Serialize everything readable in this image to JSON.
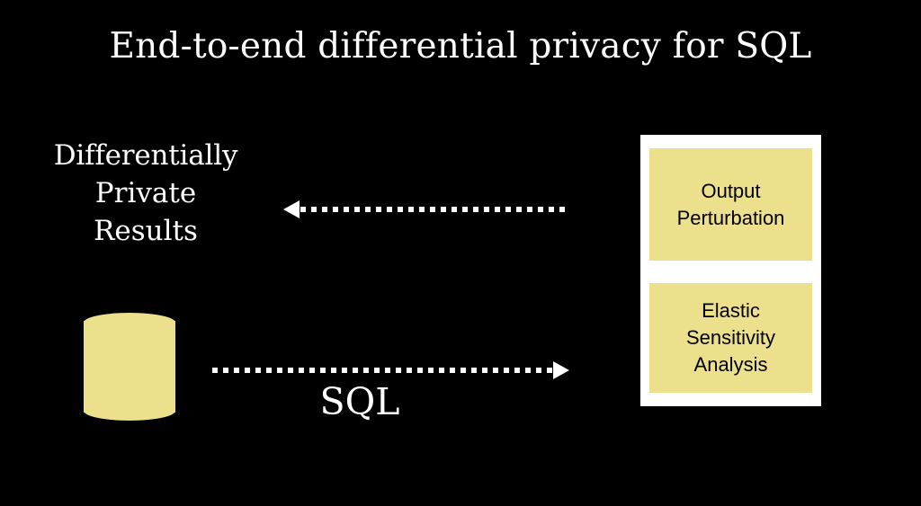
{
  "slide": {
    "title": "End-to-end differential privacy for SQL",
    "background_color": "#000000",
    "text_color": "#ffffff",
    "accent_color": "#EDE08C",
    "panel_color": "#ffffff"
  },
  "results_label": {
    "lines": [
      "Differentially",
      "Private",
      "Results"
    ]
  },
  "database": {
    "icon": "database-cylinder-icon",
    "color": "#EDE08C"
  },
  "arrows": [
    {
      "name": "results-arrow",
      "direction": "left",
      "style": "dotted",
      "label": ""
    },
    {
      "name": "sql-arrow",
      "direction": "right",
      "style": "dotted",
      "label": "SQL"
    }
  ],
  "sql_caption": "SQL",
  "engine_panel": {
    "boxes": [
      {
        "name": "output-perturbation",
        "lines": [
          "Output",
          "Perturbation"
        ],
        "fill": "#EDE08C"
      },
      {
        "name": "elastic-sensitivity-analysis",
        "lines": [
          "Elastic",
          "Sensitivity",
          "Analysis"
        ],
        "fill": "#EDE08C"
      }
    ]
  }
}
